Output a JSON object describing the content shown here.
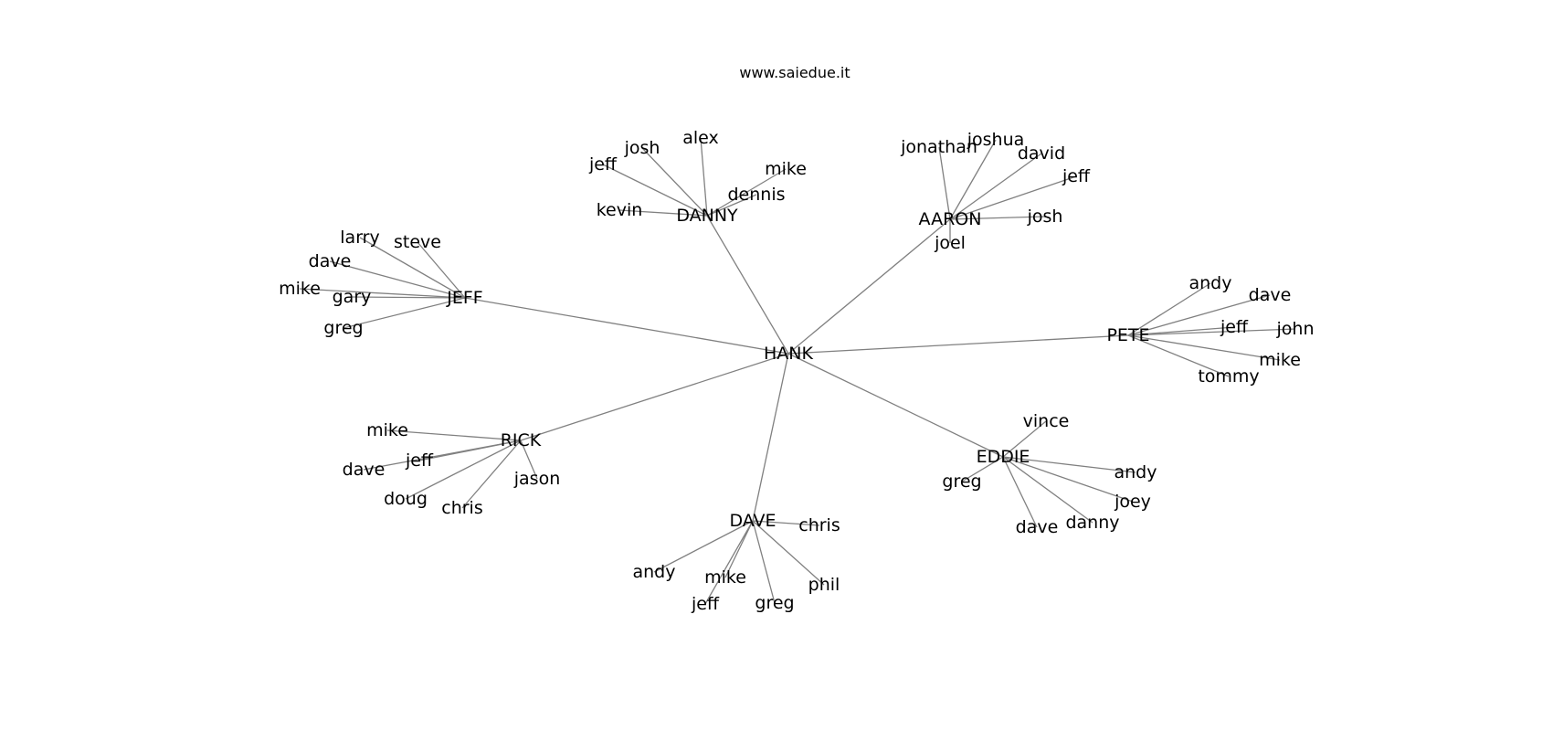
{
  "title": "www.saiedue.it",
  "colors": {
    "edge": "#808080",
    "text": "#000000",
    "background": "#ffffff"
  },
  "root": "HANK",
  "hubs": [
    {
      "name": "DANNY",
      "children": [
        "josh",
        "alex",
        "jeff",
        "mike",
        "dennis",
        "kevin"
      ]
    },
    {
      "name": "AARON",
      "children": [
        "jonathan",
        "joshua",
        "david",
        "jeff",
        "josh",
        "joel"
      ]
    },
    {
      "name": "JEFF",
      "children": [
        "larry",
        "steve",
        "dave",
        "mike",
        "gary",
        "greg"
      ]
    },
    {
      "name": "PETE",
      "children": [
        "andy",
        "dave",
        "jeff",
        "john",
        "mike",
        "tommy"
      ]
    },
    {
      "name": "RICK",
      "children": [
        "mike",
        "jeff",
        "dave",
        "doug",
        "chris",
        "jason"
      ]
    },
    {
      "name": "EDDIE",
      "children": [
        "vince",
        "greg",
        "andy",
        "joey",
        "danny",
        "dave"
      ]
    },
    {
      "name": "DAVE",
      "children": [
        "chris",
        "andy",
        "mike",
        "phil",
        "jeff",
        "greg"
      ]
    }
  ]
}
